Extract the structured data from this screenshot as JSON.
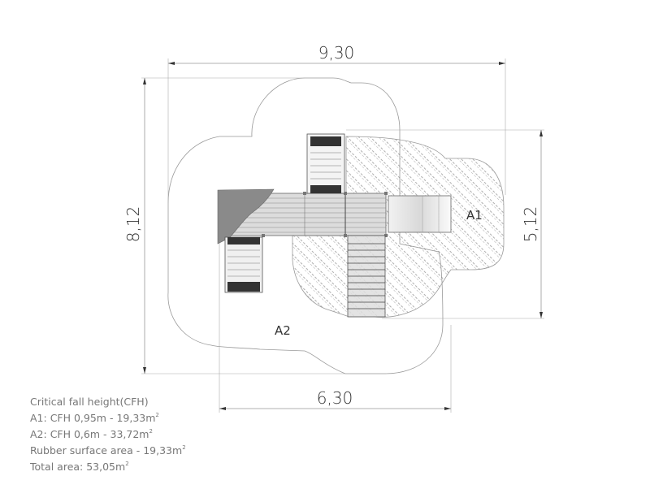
{
  "drawing": {
    "dimensions": {
      "overall_width": "9,30",
      "overall_depth": "8,12",
      "a1_depth": "5,12",
      "a2_width": "6,30"
    },
    "areas": {
      "a1_label": "A1",
      "a2_label": "A2"
    }
  },
  "legend": {
    "title": "Critical fall height(CFH)",
    "lines": [
      {
        "text": "A1: CFH 0,95m - 19,33m",
        "sup": "2"
      },
      {
        "text": "A2: CFH 0,6m - 33,72m",
        "sup": "2"
      },
      {
        "text": "Rubber surface area - 19,33m",
        "sup": "2"
      }
    ],
    "total": {
      "text": "Total area: 53,05m",
      "sup": "2"
    }
  },
  "colors": {
    "line": "#999999",
    "dark_panel": "#333333",
    "roof_gray": "#8a8a8a",
    "deck_gray": "#d8d8d8"
  }
}
